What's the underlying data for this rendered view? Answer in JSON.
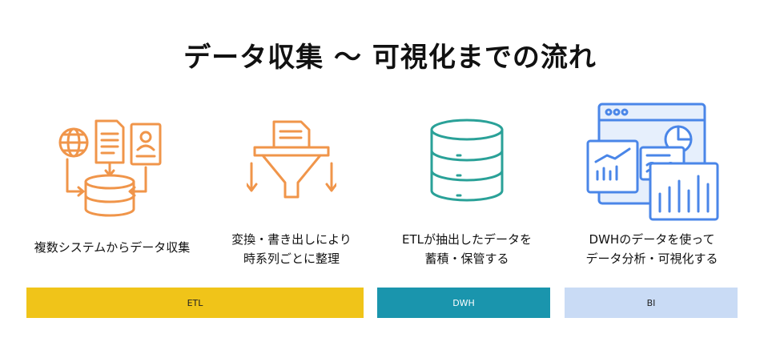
{
  "title": "データ収集 〜 可視化までの流れ",
  "steps": [
    {
      "icon": "data-sources-icon",
      "lines": [
        "複数システムからデータ収集"
      ]
    },
    {
      "icon": "funnel-icon",
      "lines": [
        "変換・書き出しにより",
        "時系列ごとに整理"
      ]
    },
    {
      "icon": "database-icon",
      "lines": [
        "ETLが抽出したデータを",
        "蓄積・保管する"
      ]
    },
    {
      "icon": "dashboard-icon",
      "lines": [
        "DWHのデータを使って",
        "データ分析・可視化する"
      ]
    }
  ],
  "bars": [
    {
      "label": "ETL",
      "color": "#f0c419",
      "text_color": "#222222"
    },
    {
      "label": "DWH",
      "color": "#1a95ad",
      "text_color": "#ffffff"
    },
    {
      "label": "BI",
      "color": "#c9dbf5",
      "text_color": "#222222"
    }
  ],
  "colors": {
    "orange": "#f0954a",
    "teal": "#2aa198",
    "blue": "#4a86e8",
    "light_blue": "#e6effc"
  }
}
